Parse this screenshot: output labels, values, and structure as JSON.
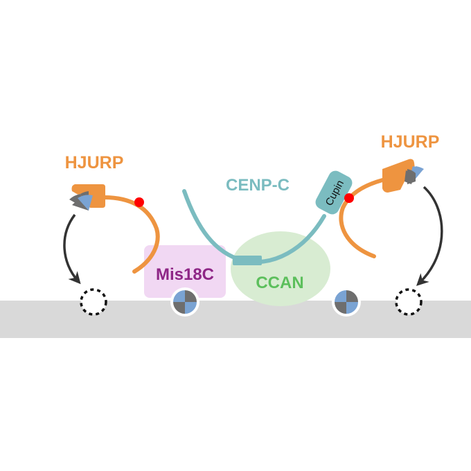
{
  "labels": {
    "hjurp_left": "HJURP",
    "hjurp_right": "HJURP",
    "cenpc": "CENP-C",
    "cupin": "Cupin",
    "mis18c": "Mis18C",
    "ccan": "CCAN"
  },
  "colors": {
    "hjurp": "#ee9440",
    "cenpc": "#7bbcc0",
    "mis18c_fill": "#f1d8f3",
    "mis18c_text": "#8e2686",
    "ccan_fill": "#d8ecd2",
    "ccan_text": "#5cbf5c",
    "chromatin": "#d9d9d9",
    "nucleosome_blue": "#7aa3d3",
    "nucleosome_gray": "#6e6e6e",
    "phospho_dot": "#ff0000",
    "arrow": "#333333"
  }
}
